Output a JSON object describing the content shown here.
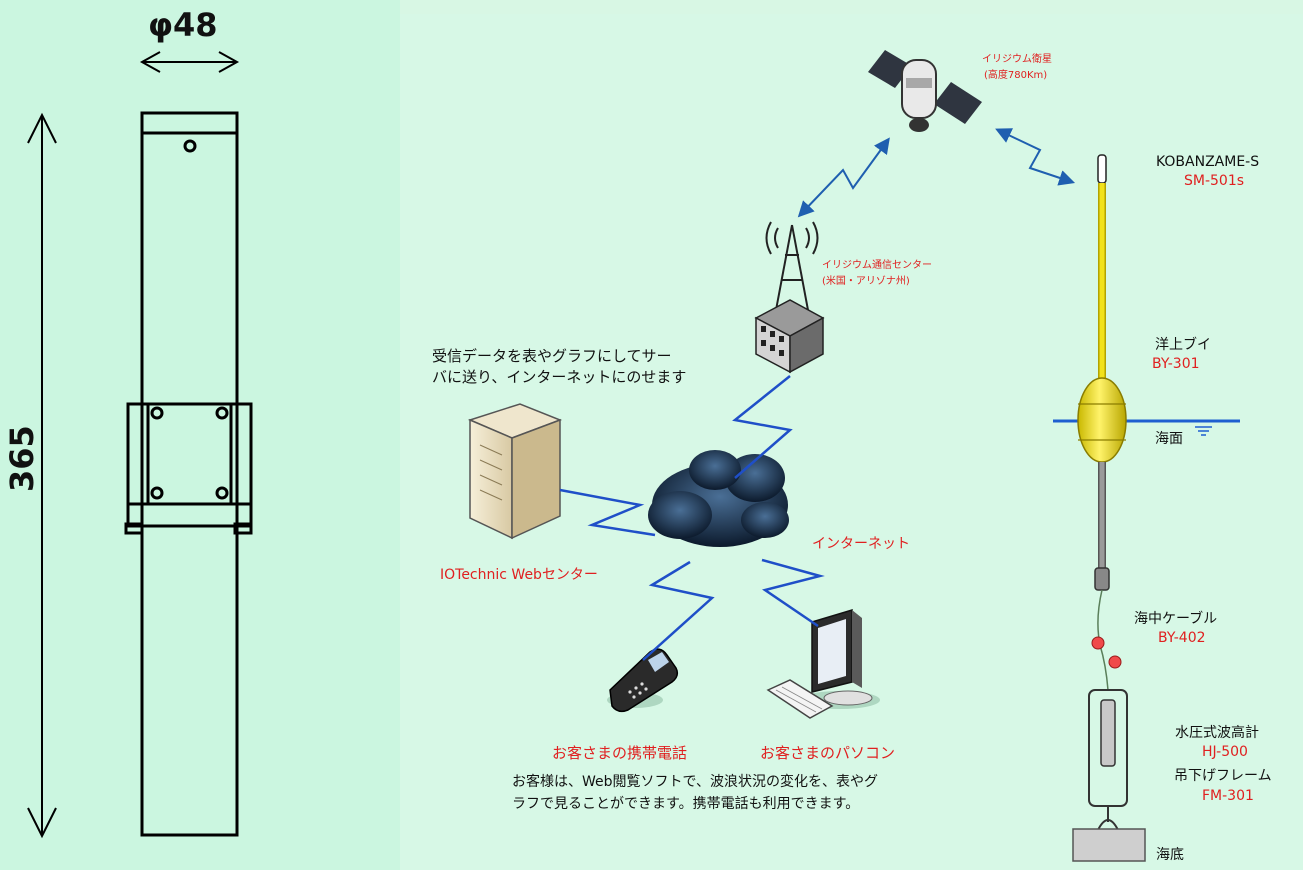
{
  "dimensions": {
    "diameter": "φ48",
    "length": "365"
  },
  "network": {
    "satellite": {
      "name": "イリジウム衛星",
      "altitude": "(高度780Km)"
    },
    "ground_station": {
      "name": "イリジウム通信センター",
      "location": "(米国・アリゾナ州)"
    },
    "server_note": {
      "line1": "受信データを表やグラフにしてサー",
      "line2": "バに送り、インターネットにのせます"
    },
    "web_center": "IOTechnic Webセンター",
    "internet": "インターネット",
    "phone": "お客さまの携帯電話",
    "pc": "お客さまのパソコン",
    "customer_note": {
      "line1": "お客様は、Web閲覧ソフトで、波浪状況の変化を、表やグ",
      "line2": "ラフで見ることができます。携帯電話も利用できます。"
    }
  },
  "buoy_system": {
    "kobanzame": {
      "name": "KOBANZAME-S",
      "model": "SM-501s"
    },
    "buoy": {
      "name": "洋上ブイ",
      "model": "BY-301"
    },
    "sea_surface": "海面",
    "cable": {
      "name": "海中ケーブル",
      "model": "BY-402"
    },
    "gauge": {
      "name": "水圧式波高計",
      "model": "HJ-500"
    },
    "frame": {
      "name": "吊下げフレーム",
      "model": "FM-301"
    },
    "seabed": "海底"
  },
  "colors": {
    "label_red": "#e02020",
    "link_blue": "#1f4fc8",
    "arrow_blue": "#1f5fb0",
    "buoy_yellow": "#f2e21a",
    "water_line": "#1e5fd0"
  }
}
